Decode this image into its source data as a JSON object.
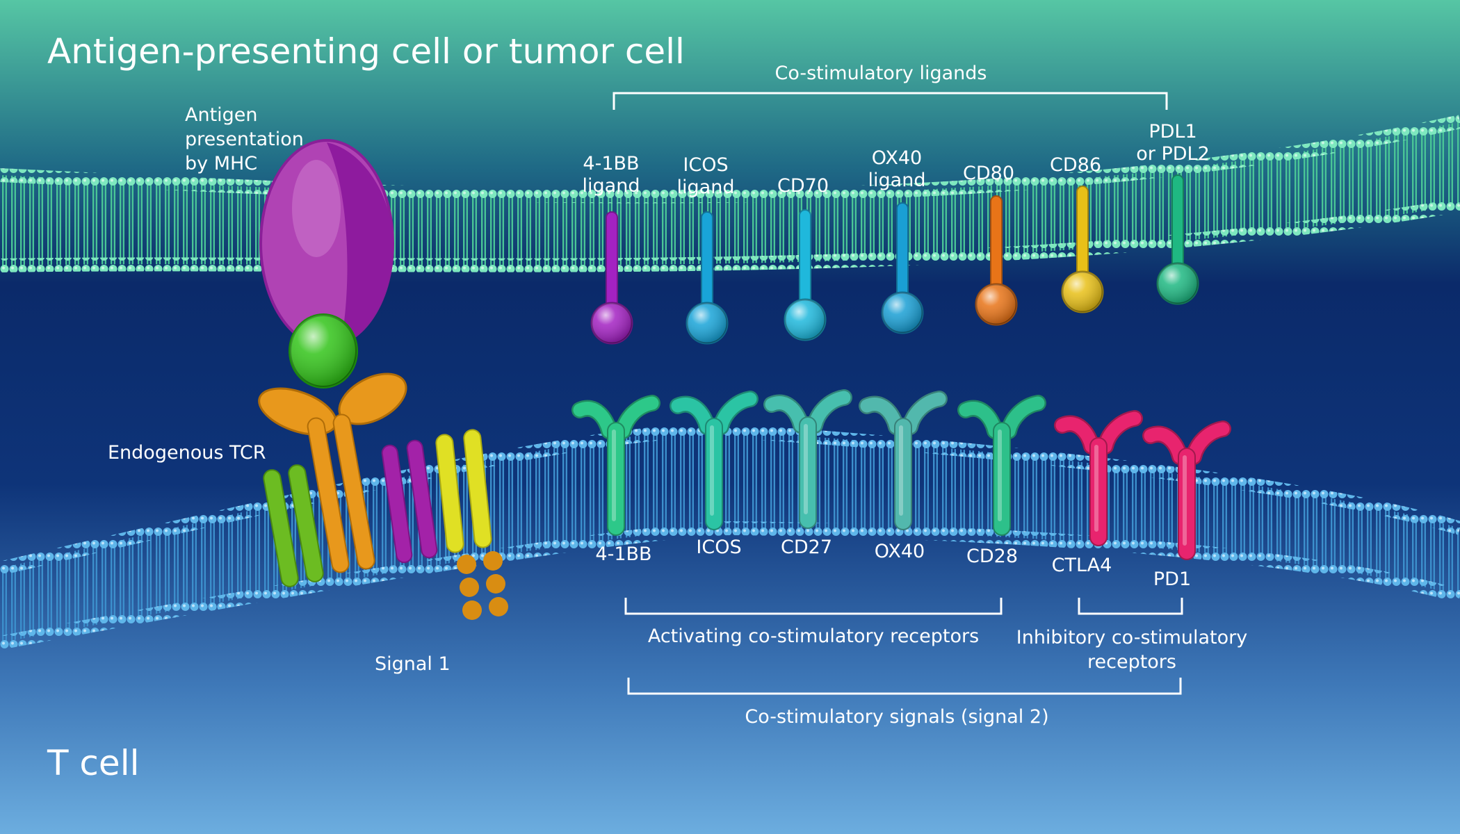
{
  "titles": {
    "top_cell": "Antigen-presenting cell or tumor cell",
    "bottom_cell": "T cell"
  },
  "labels": {
    "antigen_presentation": "Antigen\npresentation\nby MHC",
    "endogenous_tcr": "Endogenous TCR",
    "signal1": "Signal 1",
    "costim_ligands": "Co-stimulatory ligands",
    "activating_receptors": "Activating co-stimulatory receptors",
    "inhibitory_receptors": "Inhibitory co-stimulatory\nreceptors",
    "costim_signals": "Co-stimulatory signals (signal 2)"
  },
  "ligands": [
    {
      "label": "4-1BB\nligand",
      "color": "#a322c2"
    },
    {
      "label": "ICOS\nligand",
      "color": "#19a4d8"
    },
    {
      "label": "CD70",
      "color": "#1fb8dc"
    },
    {
      "label": "OX40\nligand",
      "color": "#1a9fd4"
    },
    {
      "label": "CD80",
      "color": "#e87418"
    },
    {
      "label": "CD86",
      "color": "#e8c018"
    },
    {
      "label": "PDL1\nor PDL2",
      "color": "#1fb882"
    }
  ],
  "receptors": [
    {
      "label": "4-1BB",
      "color": "#2dc889"
    },
    {
      "label": "ICOS",
      "color": "#2bc4a4"
    },
    {
      "label": "CD27",
      "color": "#47bfae"
    },
    {
      "label": "OX40",
      "color": "#52b8ad"
    },
    {
      "label": "CD28",
      "color": "#2dc08a"
    },
    {
      "label": "CTLA4",
      "color": "#e8246e"
    },
    {
      "label": "PD1",
      "color": "#e8246e"
    }
  ],
  "colors": {
    "apc_membrane": "#3fc79a",
    "tcell_membrane": "#3f9ed8",
    "mhc": "#b043b4",
    "antigen": "#33c41a",
    "tcr": "#e8981c"
  }
}
